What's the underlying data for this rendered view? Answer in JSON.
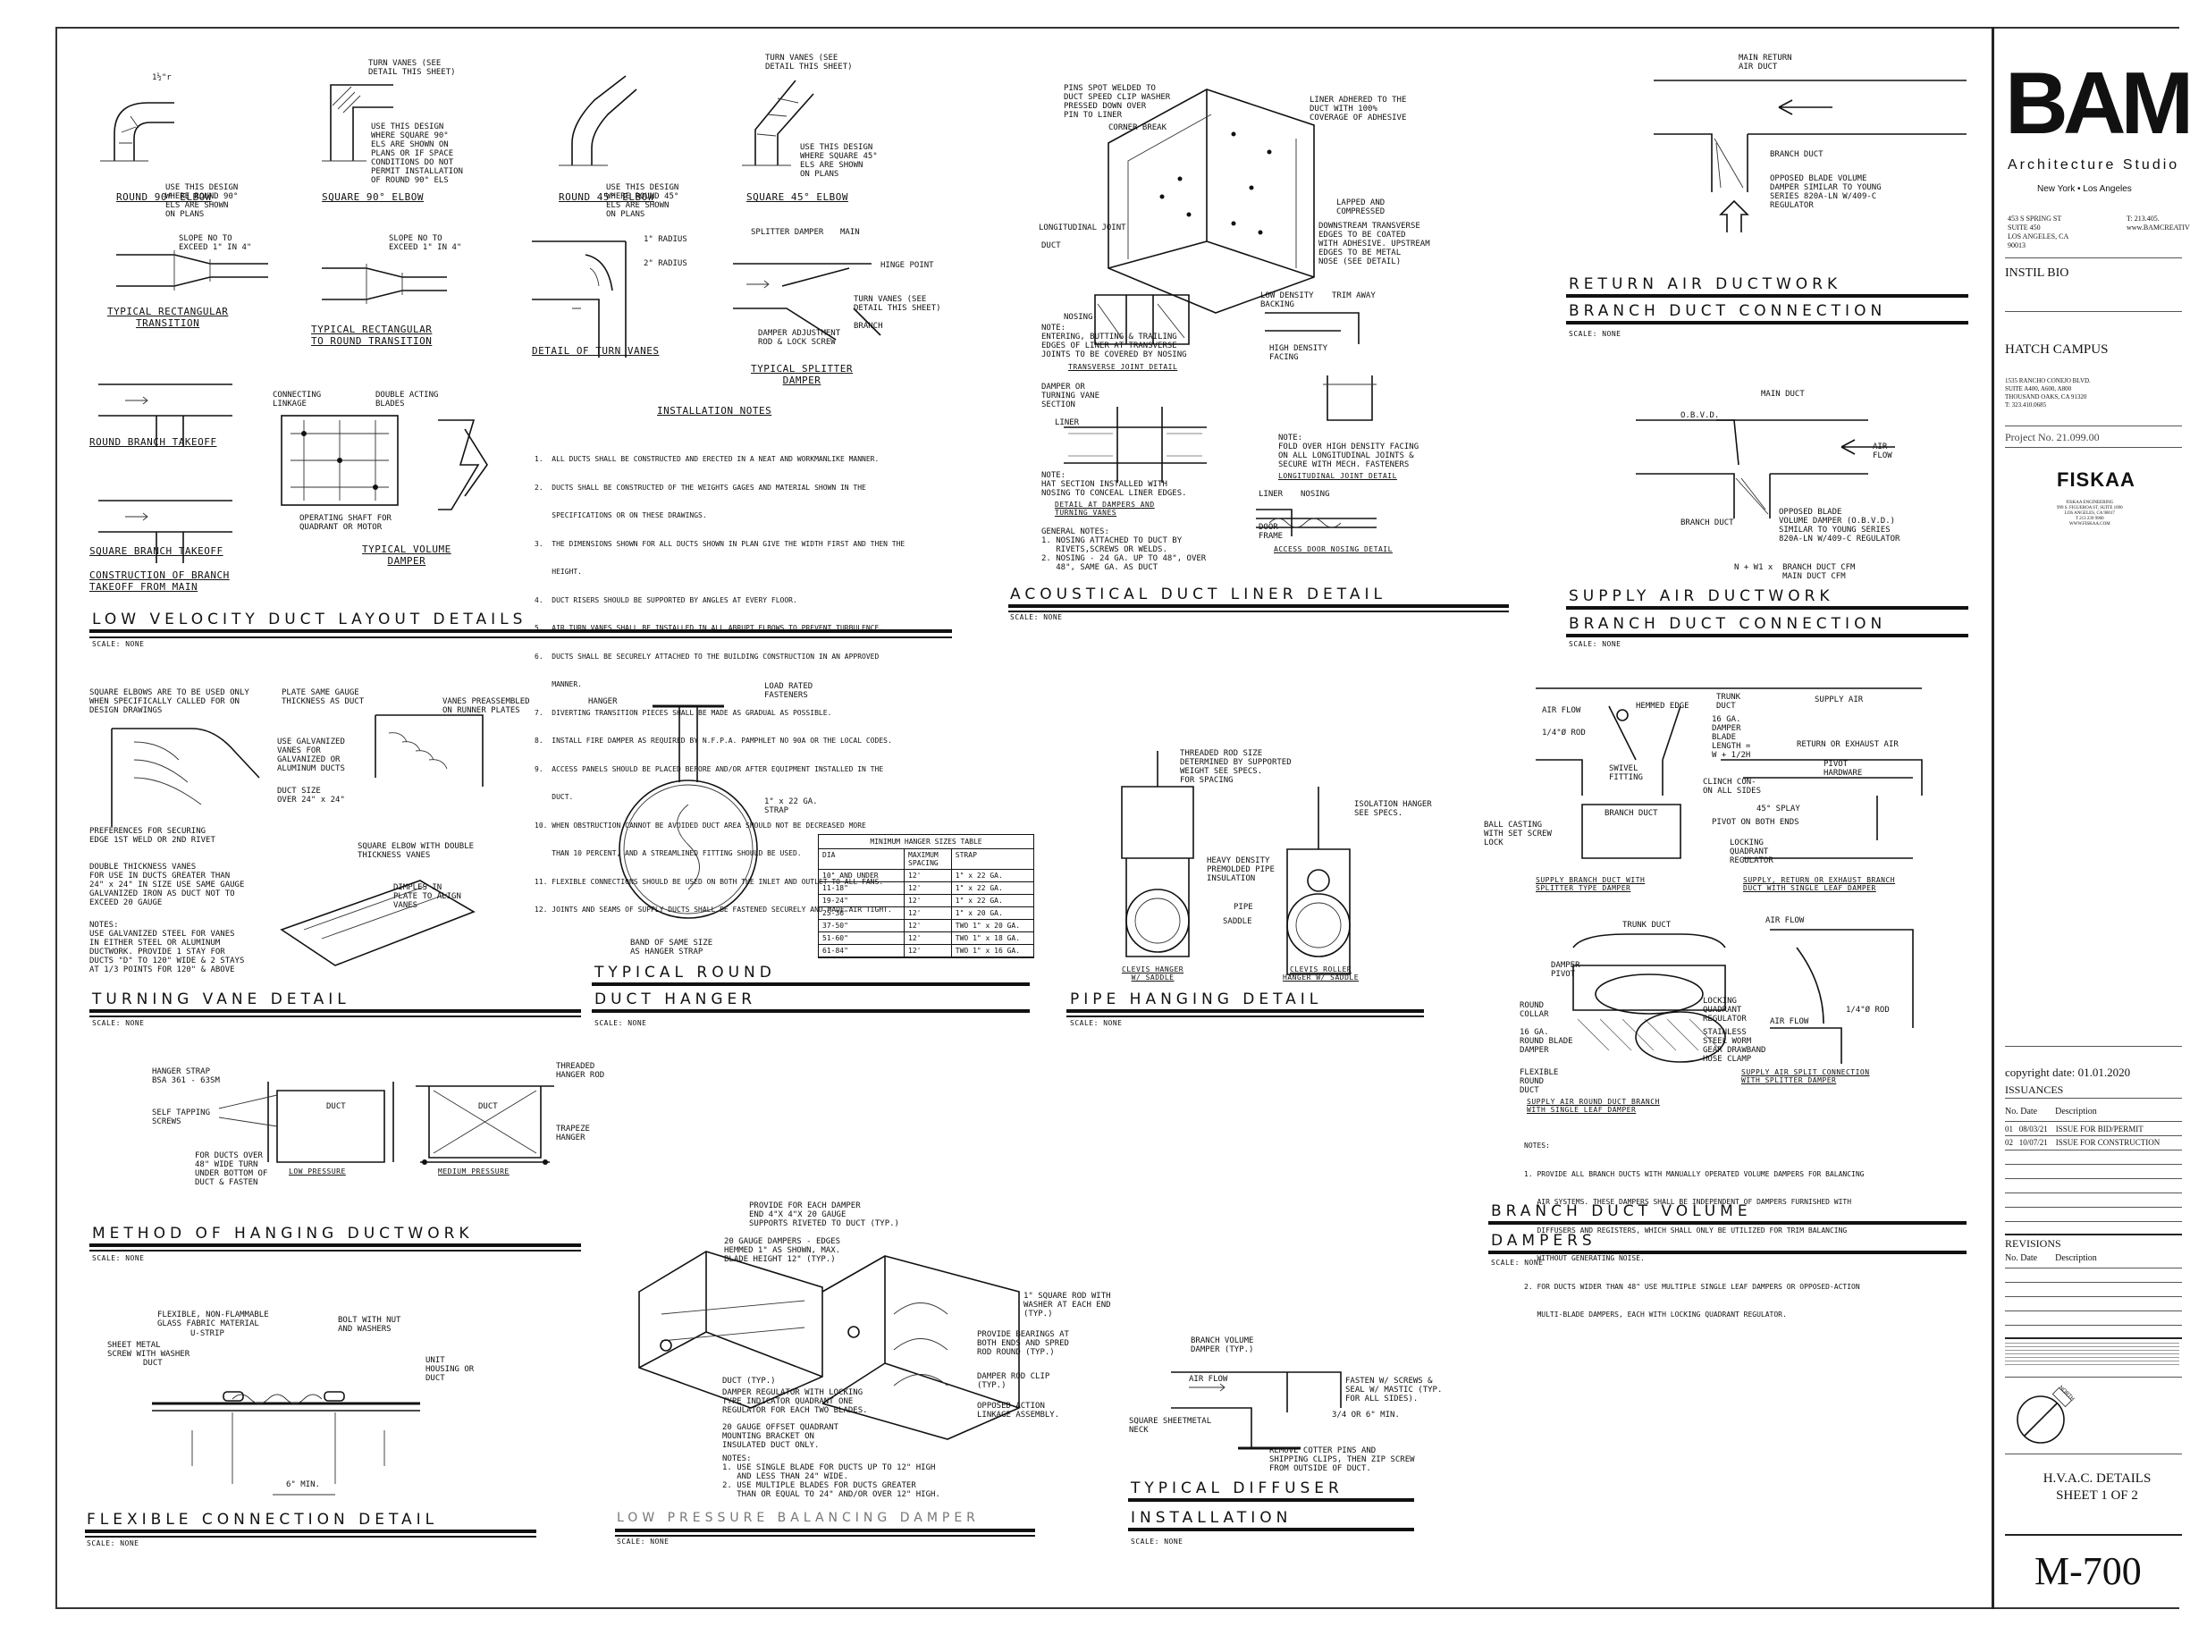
{
  "sections": {
    "low_velocity": {
      "title": "LOW VELOCITY DUCT LAYOUT DETAILS",
      "scale": "SCALE: NONE"
    },
    "acoustical": {
      "title": "ACOUSTICAL DUCT LINER DETAIL",
      "scale": "SCALE: NONE"
    },
    "return_air": {
      "title": "RETURN AIR DUCTWORK",
      "subtitle": "BRANCH DUCT CONNECTION",
      "scale": "SCALE: NONE"
    },
    "supply_air": {
      "title": "SUPPLY AIR DUCTWORK",
      "subtitle": "BRANCH DUCT CONNECTION",
      "scale": "SCALE: NONE"
    },
    "turning_vane": {
      "title": "TURNING VANE DETAIL",
      "scale": "SCALE: NONE"
    },
    "round_hanger": {
      "title": "TYPICAL ROUND",
      "subtitle": "DUCT HANGER",
      "scale": "SCALE: NONE"
    },
    "pipe_hanging": {
      "title": "PIPE HANGING DETAIL",
      "scale": "SCALE: NONE"
    },
    "branch_dampers": {
      "title": "BRANCH DUCT VOLUME",
      "subtitle": "DAMPERS",
      "scale": "SCALE: NONE"
    },
    "hanging_ductwork": {
      "title": "METHOD OF HANGING DUCTWORK",
      "scale": "SCALE: NONE"
    },
    "flexible": {
      "title": "FLEXIBLE CONNECTION DETAIL",
      "scale": "SCALE: NONE"
    },
    "balancing": {
      "title": "LOW PRESSURE BALANCING DAMPER",
      "scale": "SCALE: NONE"
    },
    "diffuser": {
      "title": "TYPICAL DIFFUSER",
      "subtitle": "INSTALLATION",
      "scale": "SCALE: NONE"
    }
  },
  "captions": {
    "round90": "ROUND 90° ELBOW",
    "square90": "SQUARE 90° ELBOW",
    "round45": "ROUND 45° ELBOW",
    "square45": "SQUARE 45° ELBOW",
    "rect_transition": "TYPICAL RECTANGULAR\nTRANSITION",
    "rect_round_transition": "TYPICAL RECTANGULAR\nTO ROUND TRANSITION",
    "turn_vanes": "DETAIL OF TURN VANES",
    "splitter": "TYPICAL SPLITTER\nDAMPER",
    "round_takeoff": "ROUND BRANCH TAKEOFF",
    "square_takeoff": "SQUARE BRANCH TAKEOFF",
    "construction_branch": "CONSTRUCTION OF BRANCH\nTAKEOFF FROM MAIN",
    "volume_damper": "TYPICAL VOLUME\nDAMPER",
    "installation_notes": "INSTALLATION NOTES",
    "low_pressure": "LOW PRESSURE",
    "medium_pressure": "MEDIUM PRESSURE",
    "clevis": "CLEVIS HANGER\nW/ SADDLE",
    "clevis_roller": "CLEVIS ROLLER\nHANGER W/ SADDLE",
    "transverse": "TRANSVERSE JOINT DETAIL",
    "longitudinal": "LONGITUDINAL JOINT DETAIL",
    "access_door": "ACCESS DOOR NOSING DETAIL",
    "dampers_turning": "DETAIL AT DAMPERS AND\nTURNING VANES"
  },
  "installation_notes": [
    "1.  ALL DUCTS SHALL BE CONSTRUCTED AND ERECTED IN A NEAT AND WORKMANLIKE MANNER.",
    "2.  DUCTS SHALL BE CONSTRUCTED OF THE WEIGHTS GAGES AND MATERIAL SHOWN IN THE",
    "    SPECIFICATIONS OR ON THESE DRAWINGS.",
    "3.  THE DIMENSIONS SHOWN FOR ALL DUCTS SHOWN IN PLAN GIVE THE WIDTH FIRST AND THEN THE",
    "    HEIGHT.",
    "4.  DUCT RISERS SHOULD BE SUPPORTED BY ANGLES AT EVERY FLOOR.",
    "5.  AIR TURN VANES SHALL BE INSTALLED IN ALL ABRUPT ELBOWS TO PREVENT TURBULENCE.",
    "6.  DUCTS SHALL BE SECURELY ATTACHED TO THE BUILDING CONSTRUCTION IN AN APPROVED",
    "    MANNER.",
    "7.  DIVERTING TRANSITION PIECES SHALL BE MADE AS GRADUAL AS POSSIBLE.",
    "8.  INSTALL FIRE DAMPER AS REQUIRED BY N.F.P.A. PAMPHLET NO 90A OR THE LOCAL CODES.",
    "9.  ACCESS PANELS SHOULD BE PLACED BEFORE AND/OR AFTER EQUIPMENT INSTALLED IN THE",
    "    DUCT.",
    "10. WHEN OBSTRUCTION CANNOT BE AVOIDED DUCT AREA SHOULD NOT BE DECREASED MORE",
    "    THAN 10 PERCENT, AND A STREAMLINED FITTING SHOULD BE USED.",
    "11. FLEXIBLE CONNECTIONS SHOULD BE USED ON BOTH THE INLET AND OUTLET TO ALL FANS.",
    "12. JOINTS AND SEAMS OF SUPPLY DUCTS SHALL BE FASTENED SECURELY AND MADE AIR TIGHT."
  ],
  "hanger_table": {
    "title": "MINIMUM HANGER SIZES TABLE",
    "headers": [
      "DIA",
      "MAXIMUM SPACING",
      "STRAP"
    ],
    "rows": [
      [
        "10\" AND UNDER",
        "12'",
        "1\" x 22 GA."
      ],
      [
        "11-18\"",
        "12'",
        "1\" x 22 GA."
      ],
      [
        "19-24\"",
        "12'",
        "1\" x 22 GA."
      ],
      [
        "25-36\"",
        "12'",
        "1\" x 20 GA."
      ],
      [
        "37-50\"",
        "12'",
        "TWO 1\" x 20 GA."
      ],
      [
        "51-60\"",
        "12'",
        "TWO 1\" x 18 GA."
      ],
      [
        "61-84\"",
        "12'",
        "TWO 1\" x 16 GA."
      ]
    ]
  },
  "damper_notes": [
    "NOTES:",
    "1. PROVIDE ALL BRANCH DUCTS WITH MANUALLY OPERATED VOLUME DAMPERS FOR BALANCING",
    "   AIR SYSTEMS. THESE DAMPERS SHALL BE INDEPENDENT OF DAMPERS FURNISHED WITH",
    "   DIFFUSERS AND REGISTERS, WHICH SHALL ONLY BE UTILIZED FOR TRIM BALANCING",
    "   WITHOUT GENERATING NOISE.",
    "2. FOR DUCTS WIDER THAN 48\" USE MULTIPLE SINGLE LEAF DAMPERS OR OPPOSED-ACTION",
    "   MULTI-BLADE DAMPERS, EACH WITH LOCKING QUADRANT REGULATOR."
  ],
  "labels": {
    "supply_formula": "N + W1 x  BRANCH DUCT CFM\n          MAIN DUCT CFM",
    "main_return": "MAIN RETURN\nAIR DUCT",
    "branch_duct": "BRANCH DUCT",
    "obd_note": "OPPOSED BLADE VOLUME\nDAMPER SIMILAR TO YOUNG\nSERIES 820A-LN W/409-C\nREGULATOR",
    "main_duct": "MAIN DUCT",
    "obvd": "O.B.V.D.",
    "air_flow": "AIR\nFLOW",
    "obvd_note": "OPPOSED BLADE\nVOLUME DAMPER (O.B.V.D.)\nSIMILAR TO YOUNG SERIES\n820A-LN W/409-C REGULATOR",
    "liner_note": "LINER ADHERED TO THE\nDUCT WITH 100%\nCOVERAGE OF ADHESIVE",
    "pins_note": "PINS SPOT WELDED TO\nDUCT SPEED CLIP WASHER\nPRESSED DOWN OVER\nPIN TO LINER",
    "corner": "CORNER BREAK",
    "lapped": "LAPPED AND\nCOMPRESSED",
    "downstream": "DOWNSTREAM TRANSVERSE\nEDGES TO BE COATED\nWITH ADHESIVE. UPSTREAM\nEDGES TO BE METAL\nNOSE (SEE DETAIL)",
    "long_joint": "LONGITUDINAL JOINT",
    "duct": "DUCT",
    "hanger": "HANGER",
    "load_rated": "LOAD RATED\nFASTENERS",
    "strap": "1\" x 22 GA.\nSTRAP",
    "band": "BAND OF SAME SIZE\nAS HANGER STRAP",
    "threaded_rod": "THREADED ROD SIZE\nDETERMINED BY SUPPORTED\nWEIGHT SEE SPECS.\nFOR SPACING",
    "isolation": "ISOLATION HANGER\nSEE SPECS.",
    "insulation": "HEAVY DENSITY\nPREMOLDED PIPE\nINSULATION",
    "pipe": "PIPE",
    "saddle": "SADDLE",
    "hanger_strap": "HANGER STRAP\nBSA 361 - 63SM",
    "self_tap": "SELF TAPPING\nSCREWS",
    "threaded_hanger": "THREADED\nHANGER ROD",
    "trapeze": "TRAPEZE\nHANGER",
    "ducts_over": "FOR DUCTS OVER\n48\" WIDE TURN\nUNDER BOTTOM OF\nDUCT & FASTEN",
    "flex_fabric": "FLEXIBLE, NON-FLAMMABLE\nGLASS FABRIC MATERIAL",
    "bolt": "BOLT WITH NUT\nAND WASHERS",
    "sheet_metal": "SHEET METAL\nSCREW WITH WASHER",
    "ustrip": "U-STRIP",
    "unit": "UNIT\nHOUSING OR\nDUCT",
    "six_min": "6\" MIN.",
    "damper_top": "PROVIDE FOR EACH DAMPER\nEND 4\"X 4\"X 20 GAUGE\nSUPPORTS RIVETED TO DUCT (TYP.)",
    "gauge20": "20 GAUGE DAMPERS - EDGES\nHEMMED 1\" AS SHOWN, MAX.\nBLADE HEIGHT 12\" (TYP.)",
    "sq_rod": "1\" SQUARE ROD WITH\nWASHER AT EACH END\n(TYP.)",
    "bearings": "PROVIDE BEARINGS AT\nBOTH ENDS AND SPRED\nROD ROUND (TYP.)",
    "rod_clip": "DAMPER ROD CLIP\n(TYP.)",
    "opposed": "OPPOSED ACTION\nLINKAGE ASSEMBLY.",
    "duct_typ": "DUCT (TYP.)",
    "regulator": "DAMPER REGULATOR WITH LOCKING\nTYPE INDICATOR QUADRANT ONE\nREGULATOR FOR EACH TWO BLADES.",
    "offset": "20 GAUGE OFFSET QUADRANT\nMOUNTING BRACKET ON\nINSULATED DUCT ONLY.",
    "bal_notes": "NOTES:\n1. USE SINGLE BLADE FOR DUCTS UP TO 12\" HIGH\n   AND LESS THAN 24\" WIDE.\n2. USE MULTIPLE BLADES FOR DUCTS GREATER\n   THAN OR EQUAL TO 24\" AND/OR OVER 12\" HIGH.",
    "bvd": "BRANCH VOLUME\nDAMPER (TYP.)",
    "fasten": "FASTEN W/ SCREWS &\nSEAL W/ MASTIC (TYP.\nFOR ALL SIDES).",
    "sheetmetal_neck": "SQUARE SHEETMETAL\nNECK",
    "remove_cotter": "REMOVE COTTER PINS AND\nSHIPPING CLIPS, THEN ZIP SCREW\nFROM OUTSIDE OF DUCT.",
    "three_four": "3/4 OR 6\" MIN.",
    "ellipse_r": "1\" RADIUS",
    "two_r": "2\" RADIUS",
    "slope_note": "SLOPE NO TO\nEXCEED 1\" IN 4\"",
    "turn_vanes_see": "TURN VANES (SEE\nDETAIL THIS SHEET)",
    "use_design_90": "USE THIS DESIGN\nWHERE ROUND 90°\nELS ARE SHOWN\nON PLANS",
    "use_design_sq90": "USE THIS DESIGN\nWHERE SQUARE 90°\nELS ARE SHOWN ON\nPLANS OR IF SPACE\nCONDITIONS DO NOT\nPERMIT INSTALLATION\nOF ROUND 90° ELS",
    "use_design_45": "USE THIS DESIGN\nWHERE ROUND 45°\nELS ARE SHOWN\nON PLANS",
    "use_design_sq45": "USE THIS DESIGN\nWHERE SQUARE 45°\nELS ARE SHOWN\nON PLANS",
    "splitter_damper": "SPLITTER DAMPER",
    "main": "MAIN",
    "hinge": "HINGE POINT",
    "branch": "BRANCH",
    "adjust": "DAMPER ADJUSTMENT\nROD & LOCK SCREW",
    "connecting": "CONNECTING\nLINKAGE",
    "double_acting": "DOUBLE ACTING\nBLADES",
    "shaft": "OPERATING SHAFT FOR\nQUADRANT OR MOTOR",
    "square_elbows": "SQUARE ELBOWS ARE TO BE USED ONLY\nWHEN SPECIFICALLY CALLED FOR ON\nDESIGN DRAWINGS",
    "plate_gauge": "PLATE SAME GAUGE\nTHICKNESS AS DUCT",
    "vanes_pre": "VANES PREASSEMBLED\nON RUNNER PLATES",
    "galv": "USE GALVANIZED\nVANES FOR\nGALVANIZED OR\nALUMINUM DUCTS",
    "duct_size": "DUCT SIZE\nOVER 24\" x 24\"",
    "prefer": "PREFERENCES FOR SECURING\nEDGE 1ST WELD OR 2ND RIVET",
    "dbl_thick": "DOUBLE THICKNESS VANES\nFOR USE IN DUCTS GREATER THAN\n24\" x 24\" IN SIZE USE SAME GAUGE\nGALVANIZED IRON AS DUCT NOT TO\nEXCEED 20 GAUGE",
    "sq_elbow_dbl": "SQUARE ELBOW WITH DOUBLE\nTHICKNESS VANES",
    "dimples": "DIMPLES IN\nPLATE TO ALIGN\nVANES",
    "tv_notes": "NOTES:\nUSE GALVANIZED STEEL FOR VANES\nIN EITHER STEEL OR ALUMINUM\nDUCTWORK. PROVIDE 1 STAY FOR\nDUCTS \"D\" TO 120\" WIDE & 2 STAYS\nAT 1/3 POINTS FOR 120\" & ABOVE",
    "air_flow_1": "AIR FLOW",
    "rod_14": "1/4\"Ø ROD",
    "hemmed": "HEMMED EDGE",
    "trunk": "TRUNK\nDUCT",
    "swivel": "SWIVEL\nFITTING",
    "ga16": "16 GA.\nDAMPER\nBLADE\nLENGTH =\nW + 1/2H",
    "supply_air": "SUPPLY AIR",
    "return_exhaust": "RETURN OR EXHAUST AIR",
    "pivot_hw": "PIVOT\nHARDWARE",
    "clinch": "CLINCH CON-\nON ALL SIDES",
    "ball_cast": "BALL CASTING\nWITH SET SCREW\nLOCK",
    "pivot_both": "PIVOT ON BOTH ENDS",
    "splay": "45° SPLAY",
    "locking": "LOCKING\nQUADRANT\nREGULATOR",
    "supply_branch": "SUPPLY BRANCH DUCT WITH\nSPLITTER TYPE DAMPER",
    "supply_return": "SUPPLY, RETURN OR EXHAUST BRANCH\nDUCT WITH SINGLE LEAF DAMPER",
    "trunk_duct": "TRUNK DUCT",
    "damper_pivot": "DAMPER\nPIVOT",
    "round_collar": "ROUND\nCOLLAR",
    "round_blade": "16 GA.\nROUND BLADE\nDAMPER",
    "flex_round": "FLEXIBLE\nROUND\nDUCT",
    "stainless": "STAINLESS\nSTEEL WORM\nGEAR DRAWBAND\nHOSE CLAMP",
    "supply_round": "SUPPLY AIR ROUND DUCT BRANCH\nWITH SINGLE LEAF DAMPER",
    "supply_split": "SUPPLY AIR SPLIT CONNECTION\nWITH SPLITTER DAMPER",
    "acoust_notes": "NOTE:\nENTERING, BUTTING & TRAILING\nEDGES OF LINER AT TRANSVERSE\nJOINTS TO BE COVERED BY NOSING",
    "gen_notes": "GENERAL NOTES:\n1. NOSING ATTACHED TO DUCT BY\n   RIVETS,SCREWS OR WELDS.\n2. NOSING - 24 GA. UP TO 48\", OVER\n   48\", SAME GA. AS DUCT",
    "low_density": "LOW DENSITY\nBACKING",
    "trim": "TRIM AWAY",
    "high_density": "HIGH DENSITY\nFACING",
    "fold_note": "NOTE:\nFOLD OVER HIGH DENSITY FACING\nON ALL LONGITUDINAL JOINTS &\nSECURE WITH MECH. FASTENERS",
    "hat_note": "NOTE:\nHAT SECTION INSTALLED WITH\nNOSING TO CONCEAL LINER EDGES.",
    "nosing": "NOSING",
    "liner": "LINER",
    "damper_turning": "DAMPER OR\nTURNING VANE\nSECTION",
    "door_frame": "DOOR\nFRAME"
  },
  "title_block": {
    "logo": "BAM",
    "studio": "Architecture Studio",
    "cities": "New York  •  Los Angeles",
    "address": "453 S SPRING ST\nSUITE 450\nLOS ANGELES, CA\n90013",
    "contact": "T: 213.405.\nwww.BAMCREATIV",
    "client": "INSTIL BIO",
    "project": "HATCH CAMPUS",
    "project_address": "1535 RANCHO CONEJO BLVD.\nSUITE A400, A600, A800\nTHOUSAND OAKS, CA 91320\nT: 323.410.0685",
    "project_no": "Project No. 21.099.00",
    "engineer": "FISKAA",
    "engineer_sub": "FISKAA ENGINEERING\n999 S. FIGUEROA ST, SUITE 1090\nLOS ANGELES, CA 90017\nT 213 239 9900\nWWW.FISKAA.COM",
    "copyright": "copyright date: 01.01.2020",
    "issuances": "ISSUANCES",
    "issue_headers": "No. Date        Description",
    "issue_rows": [
      "01   08/03/21    ISSUE FOR BID/PERMIT",
      "02   10/07/21    ISSUE FOR CONSTRUCTION"
    ],
    "revisions": "REVISIONS",
    "rev_headers": "No. Date        Description",
    "sheet_title": "H.V.A.C. DETAILS\nSHEET 1 OF 2",
    "sheet_no": "M-700",
    "north": "NORTH"
  }
}
